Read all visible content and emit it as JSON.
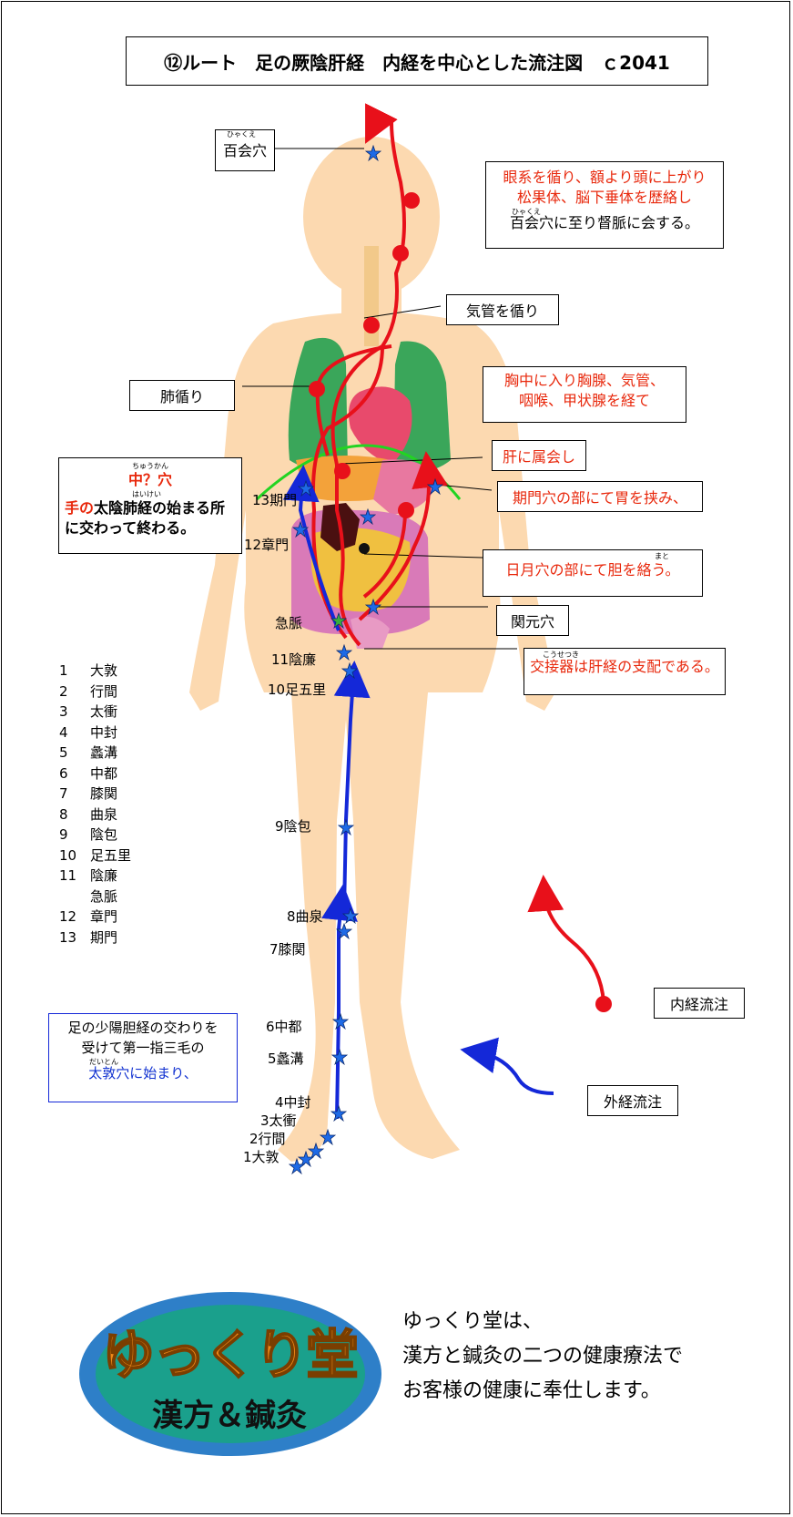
{
  "title": "⑫ルート　足の厥陰肝経　内経を中心とした流注図　ｃ2041",
  "labels": {
    "hyakue": {
      "ruby": "ひゃくえ",
      "text": "百会穴"
    },
    "kikan": "気管を循り",
    "haijun": "肺循り",
    "kanmon": "関元穴",
    "naikei": "内経流注",
    "gaikei": "外経流注"
  },
  "notes": {
    "top": {
      "line1": "眼系を循り、額より頭に上がり",
      "line2": "松果体、脳下垂体を歴絡し",
      "ruby3": "ひゃくえ",
      "line3": "百会穴に至り督脈に会する。"
    },
    "chest": {
      "line1": "胸中に入り胸腺、気管、",
      "line2": "咽喉、甲状腺を経て"
    },
    "liver": "肝に属会し",
    "kimon": "期門穴の部にて胃を挟み、",
    "nichigetsu": {
      "ruby": "まと",
      "text": "日月穴の部にて胆を絡う。"
    },
    "genital": {
      "ruby": "こうせつき",
      "text": "交接器は肝経の支配である。"
    },
    "chuufu": {
      "ruby": "ちゅうかん",
      "title": "中？穴",
      "ruby2": "はいけい",
      "line1a": "手の",
      "line1b": "太陰肺経の始まる所",
      "line2": "に交わって終わる。"
    },
    "start": {
      "line1": "足の少陽胆経の交わりを",
      "line2": "受けて第一指三毛の",
      "ruby": "だいとん",
      "line3": "太敦穴に始まり、"
    }
  },
  "points_on_body": [
    "13期門",
    "12章門",
    "急脈",
    "11陰廉",
    "10足五里",
    "9陰包",
    "8曲泉",
    "7膝関",
    "6中都",
    "5蠡溝",
    "4中封",
    "3太衝",
    "2行間",
    "1大敦"
  ],
  "point_list": [
    [
      "1",
      "大敦"
    ],
    [
      "2",
      "行間"
    ],
    [
      "3",
      "太衝"
    ],
    [
      "4",
      "中封"
    ],
    [
      "5",
      "蠡溝"
    ],
    [
      "6",
      "中都"
    ],
    [
      "7",
      "膝関"
    ],
    [
      "8",
      "曲泉"
    ],
    [
      "9",
      "陰包"
    ],
    [
      "10",
      "足五里"
    ],
    [
      "11",
      "陰廉"
    ],
    [
      "",
      "急脈"
    ],
    [
      "12",
      "章門"
    ],
    [
      "13",
      "期門"
    ]
  ],
  "logo": {
    "main": "ゆっくり堂",
    "sub": "漢方＆鍼灸"
  },
  "tagline": [
    "ゆっくり堂は、",
    "漢方と鍼灸の二つの健康療法で",
    "お客様の健康に奉仕します。"
  ],
  "colors": {
    "inner_route": "#e8101a",
    "outer_route": "#1428d8",
    "body": "#fcd9b0",
    "lungs": "#3aa65a",
    "heart": "#e84a6c",
    "stomach": "#e878a0",
    "intestine": "#f0c040",
    "logo_outer": "#2e7fc8",
    "logo_inner": "#1aa08c",
    "logo_text": "#f08a18"
  }
}
